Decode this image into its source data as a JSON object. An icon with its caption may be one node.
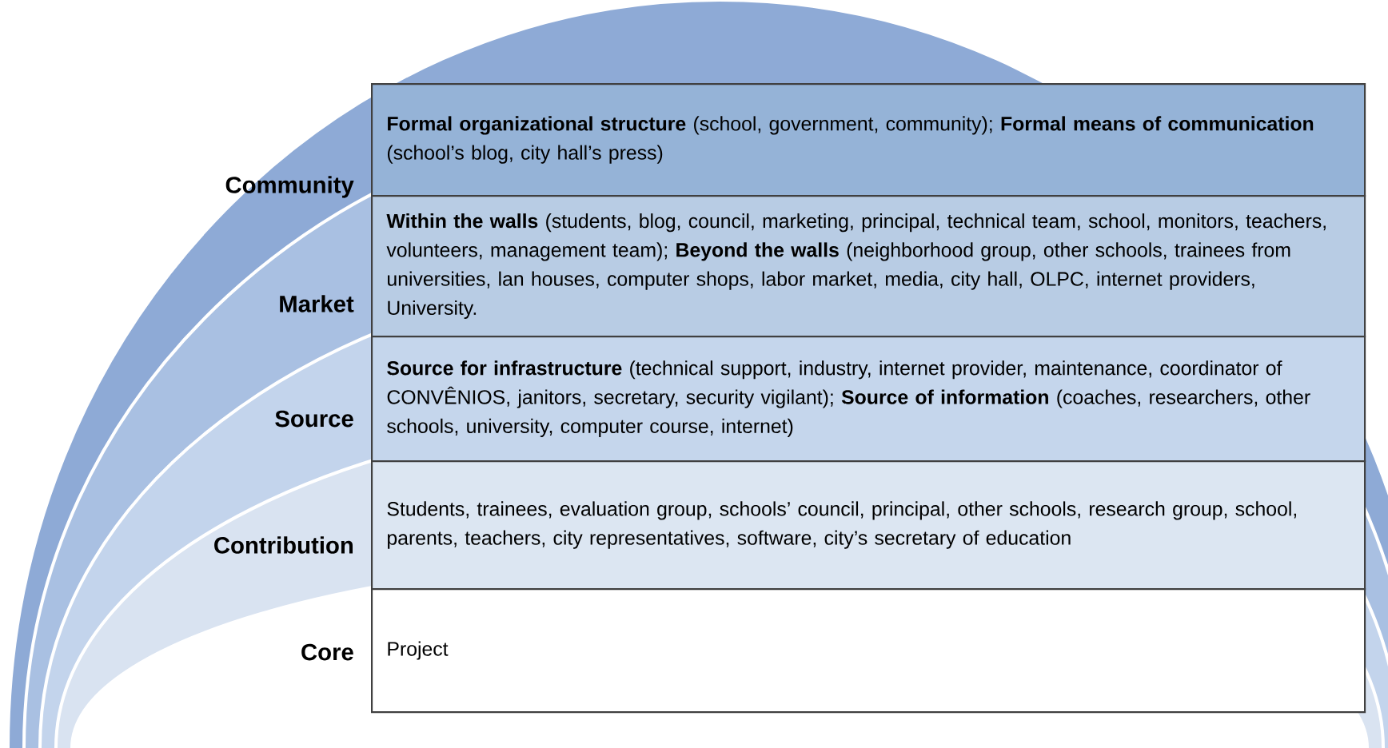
{
  "diagram": {
    "nodes": [
      {
        "text": [
          "Community",
          "**Formal organizational structure** (school, government, community); **Formal means of communication** (school’s blog, city hall’s press)"
        ]
      },
      {
        "text": [
          "Market",
          "**Within the walls** (students, blog, council, marketing, principal, technical team, school, monitors, teachers, volunteers, management team); **Beyond the walls** (neighborhood group, other schools, trainees from universities, lan houses, computer shops, labor market, media, city hall, OLPC, internet providers, University."
        ]
      },
      {
        "text": [
          "Source",
          "**Source for infrastructure** (technical support, industry, internet provider, maintenance, coordinator of CONVÊNIOS, janitors, secretary, security vigilant); **Source of information** (coaches, researchers, other schools, university, computer course, internet)"
        ]
      },
      {
        "text": [
          "Contribution",
          "Students, trainees, evaluation group, schools’ council, principal, other schools, research group, school, parents, teachers, city representatives, software, city’s secretary of education"
        ]
      },
      {
        "text": [
          "Core",
          "Project"
        ]
      }
    ]
  }
}
